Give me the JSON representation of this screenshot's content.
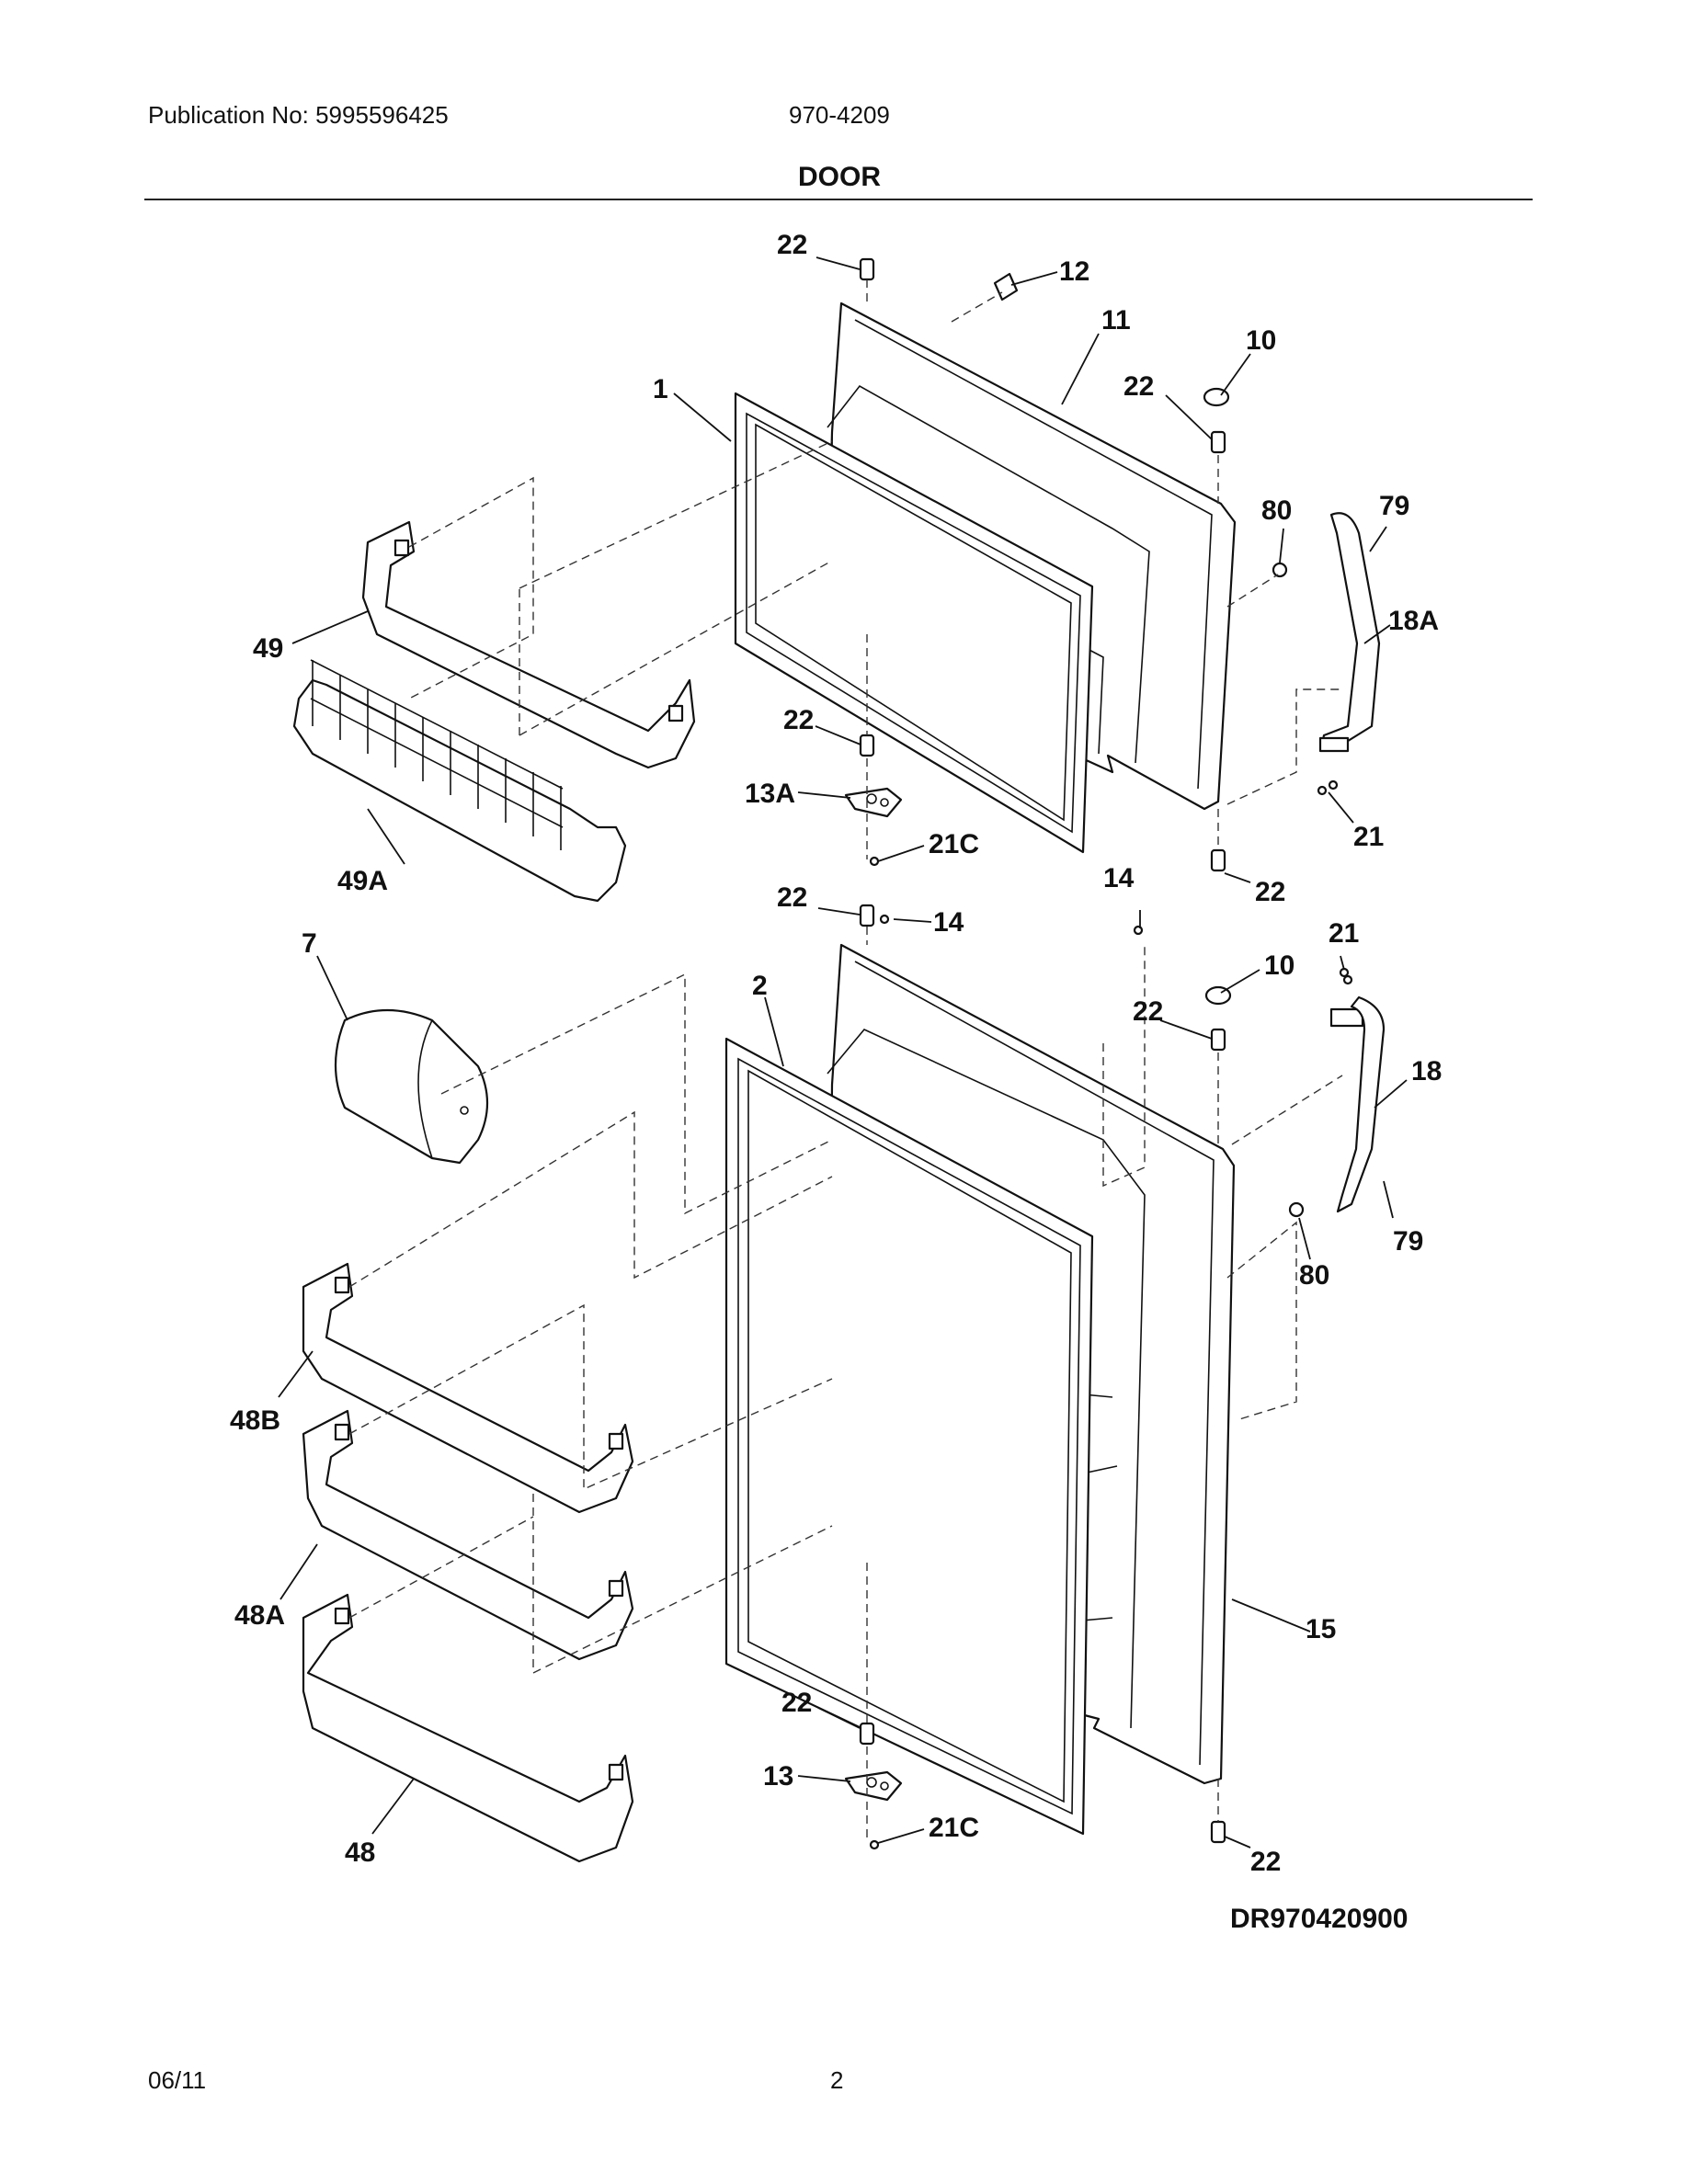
{
  "header": {
    "publication": "Publication No: 5995596425",
    "model": "970-4209",
    "section_title": "DOOR"
  },
  "footer": {
    "date": "06/11",
    "page": "2"
  },
  "diagram": {
    "drawing_id": "DR970420900",
    "callouts": {
      "c22_a": "22",
      "c12": "12",
      "c11": "11",
      "c10_a": "10",
      "c22_b": "22",
      "c1": "1",
      "c80_a": "80",
      "c79_a": "79",
      "c18a": "18A",
      "c49": "49",
      "c22_c": "22",
      "c13a": "13A",
      "c21c_a": "21C",
      "c49a": "49A",
      "c21_a": "21",
      "c14_a": "14",
      "c22_d": "22",
      "c22_e": "22",
      "c14_b": "14",
      "c7": "7",
      "c2": "2",
      "c21_b": "21",
      "c10_b": "10",
      "c22_f": "22",
      "c18": "18",
      "c79_b": "79",
      "c80_b": "80",
      "c48b": "48B",
      "c48a": "48A",
      "c15": "15",
      "c22_g": "22",
      "c13": "13",
      "c21c_b": "21C",
      "c48": "48",
      "c22_h": "22"
    }
  }
}
